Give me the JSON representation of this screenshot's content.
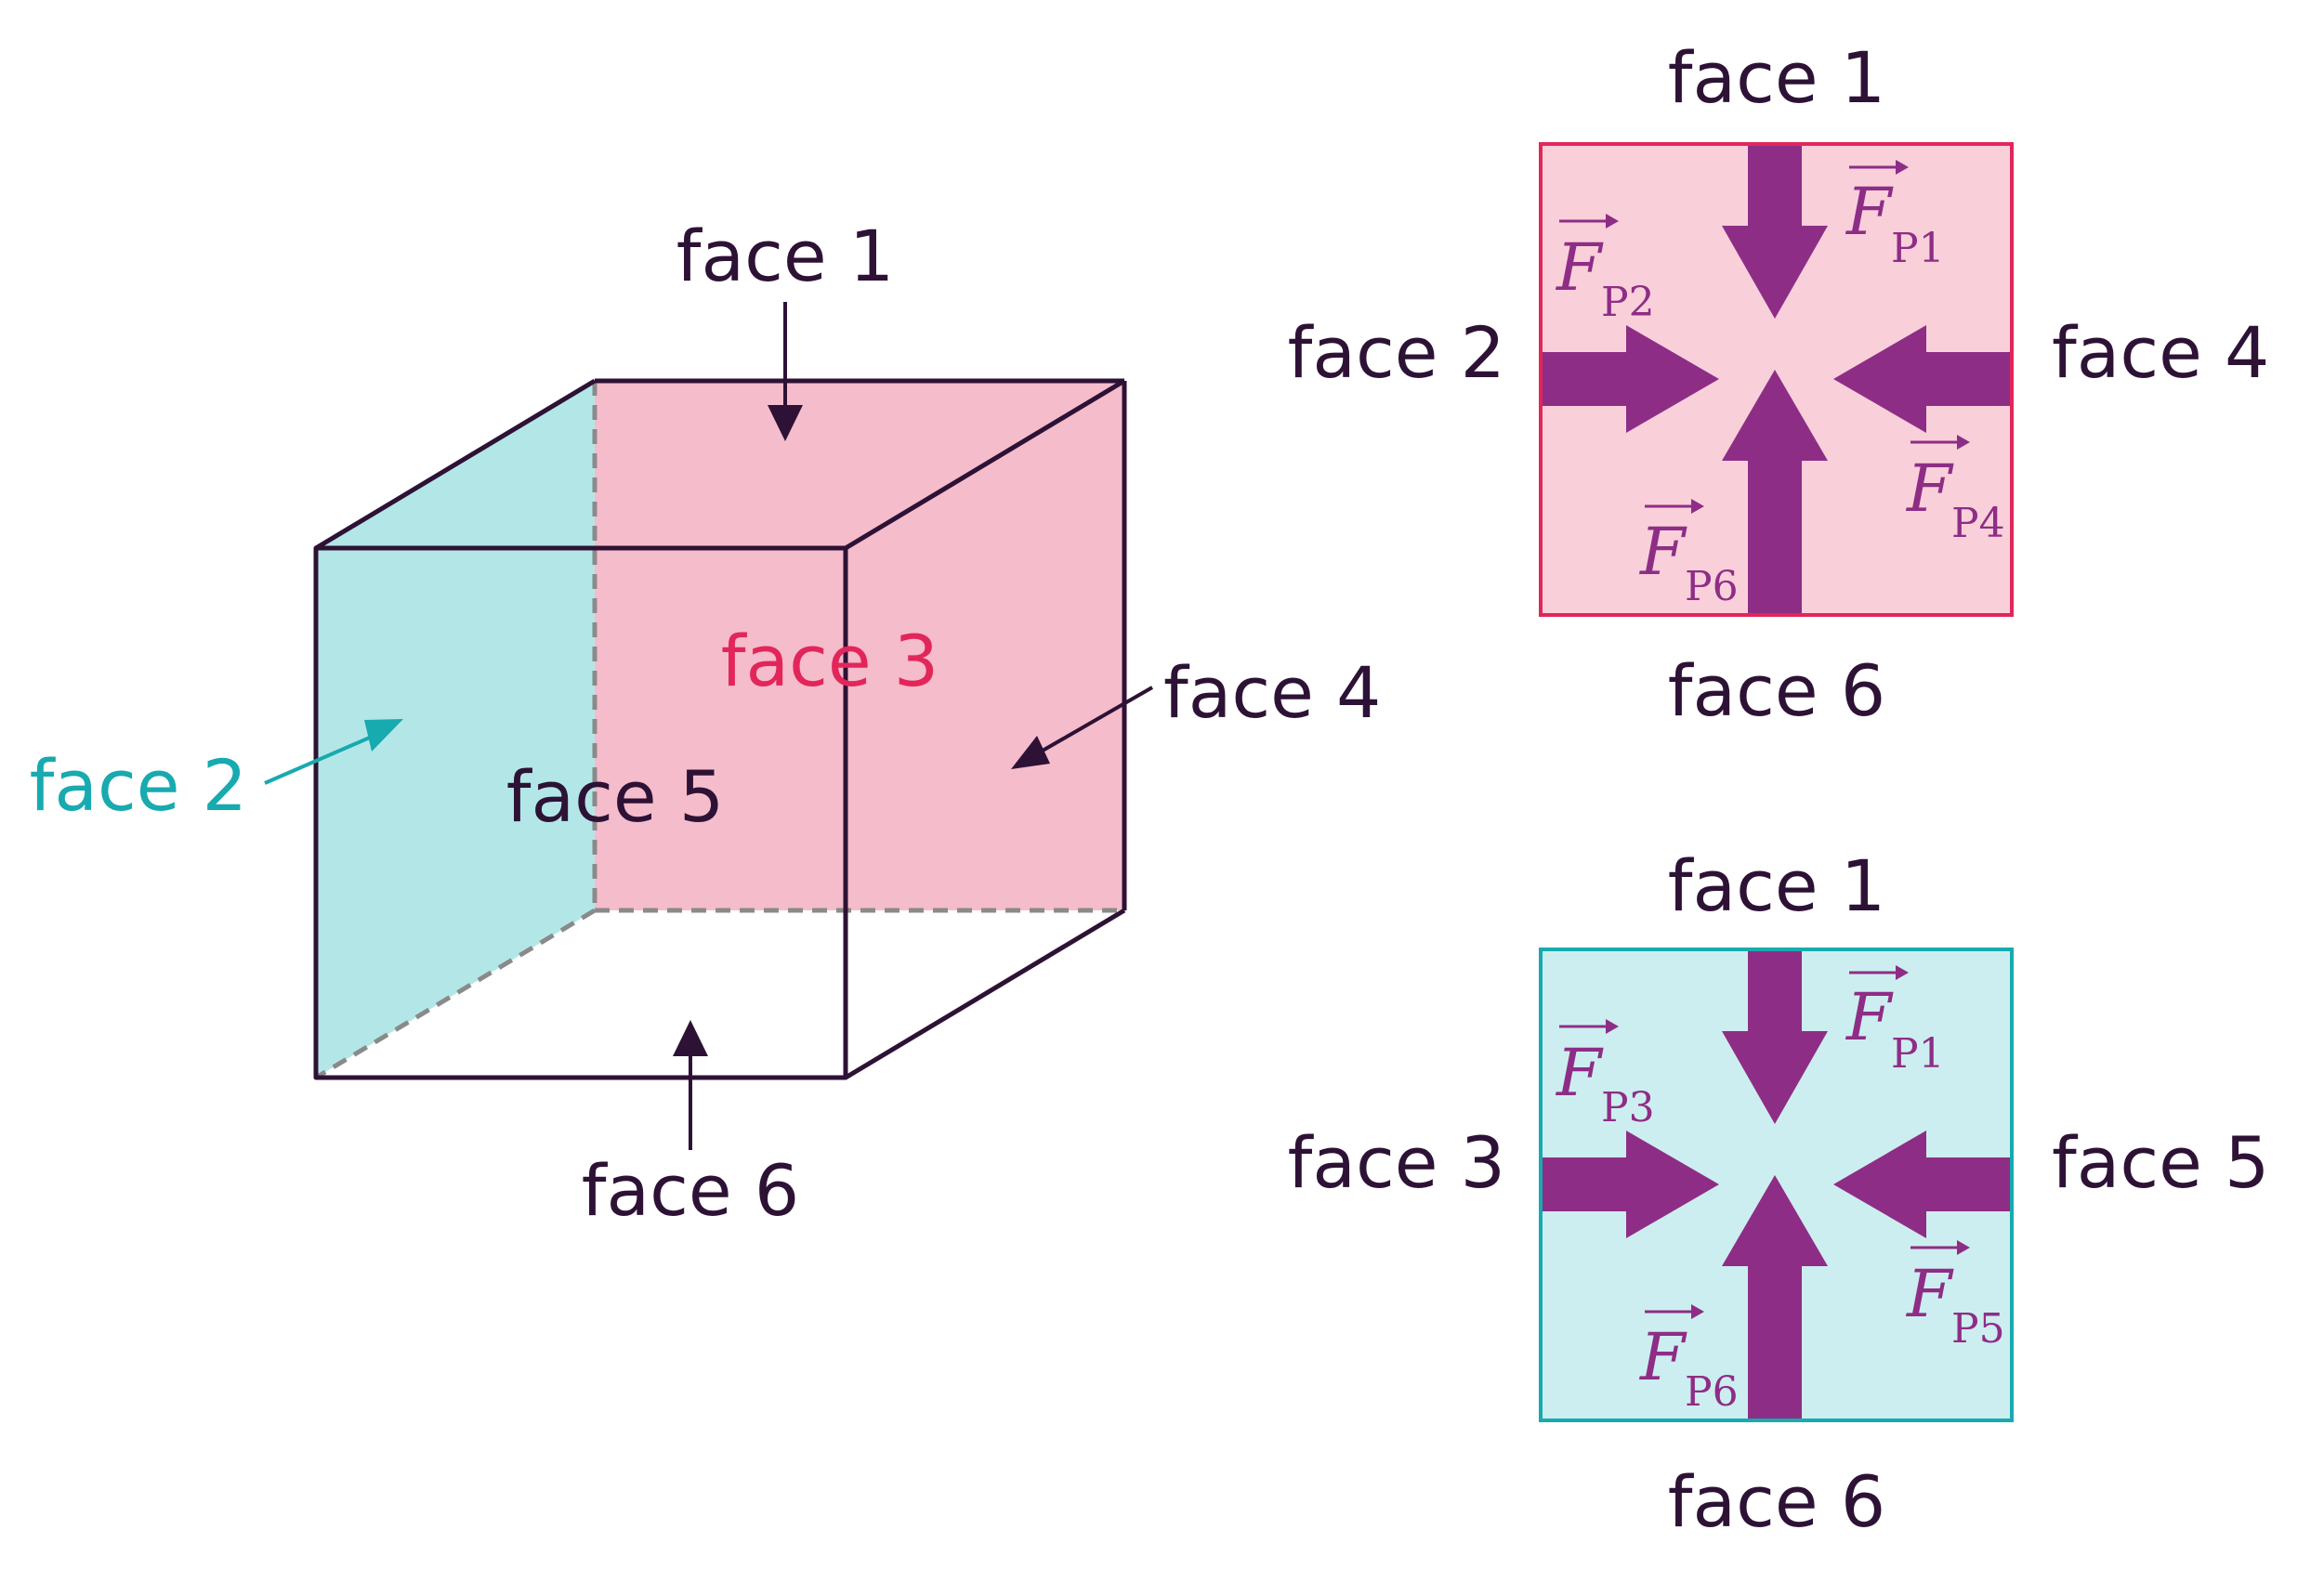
{
  "colors": {
    "ink": "#2d1236",
    "pink_fill": "#f5bccb",
    "pink_text": "#e2265a",
    "teal_fill": "#b3e7e7",
    "teal_text": "#17aaaf",
    "arrow": "#8e2d86",
    "pink_square_fill": "#f9d0da",
    "pink_square_stroke": "#e2265a",
    "teal_square_fill": "#cdeef0",
    "teal_square_stroke": "#17aaaf",
    "dashed": "#8a8a8a"
  },
  "cube": {
    "face1": "face 1",
    "face2": "face 2",
    "face3": "face 3",
    "face4": "face 4",
    "face5": "face 5",
    "face6": "face 6"
  },
  "top_square": {
    "label_top": "face 1",
    "label_left": "face 2",
    "label_right": "face 4",
    "label_bottom": "face 6",
    "vectors": [
      {
        "symbol": "F",
        "sub": "P1"
      },
      {
        "symbol": "F",
        "sub": "P2"
      },
      {
        "symbol": "F",
        "sub": "P4"
      },
      {
        "symbol": "F",
        "sub": "P6"
      }
    ]
  },
  "bottom_square": {
    "label_top": "face 1",
    "label_left": "face 3",
    "label_right": "face 5",
    "label_bottom": "face 6",
    "vectors": [
      {
        "symbol": "F",
        "sub": "P1"
      },
      {
        "symbol": "F",
        "sub": "P3"
      },
      {
        "symbol": "F",
        "sub": "P5"
      },
      {
        "symbol": "F",
        "sub": "P6"
      }
    ]
  }
}
